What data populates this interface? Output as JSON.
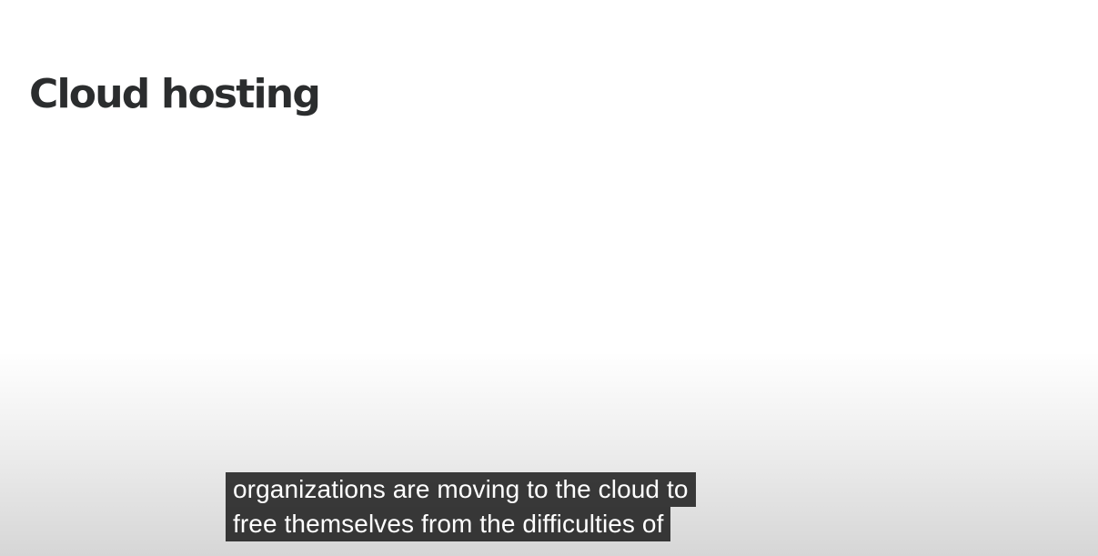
{
  "slide": {
    "title": "Cloud hosting"
  },
  "captions": {
    "lines": [
      "organizations are moving to the cloud to",
      "free themselves from the difficulties of"
    ]
  }
}
